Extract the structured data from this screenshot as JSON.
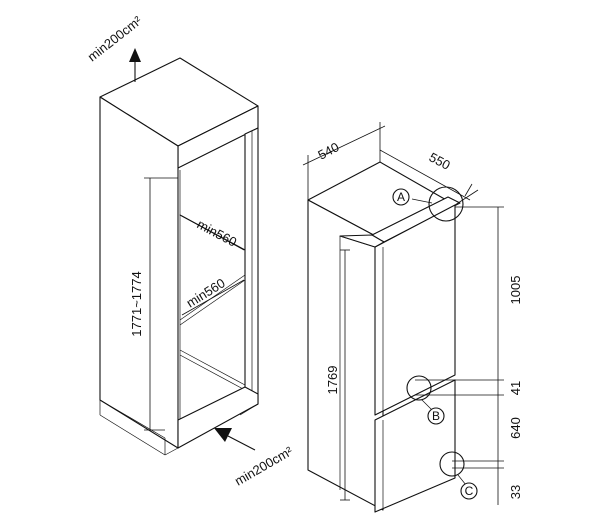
{
  "left_niche": {
    "vent_top": "min200cm²",
    "vent_bottom": "min200cm²",
    "height": "1771~1774",
    "depth": "min560",
    "width": "min560"
  },
  "right_appliance": {
    "width": "540",
    "depth": "550",
    "total_height": "1769",
    "upper_door": "1005",
    "gap": "41",
    "lower_door": "640",
    "bottom": "33",
    "callout_a": "A",
    "callout_b": "B",
    "callout_c": "C"
  }
}
